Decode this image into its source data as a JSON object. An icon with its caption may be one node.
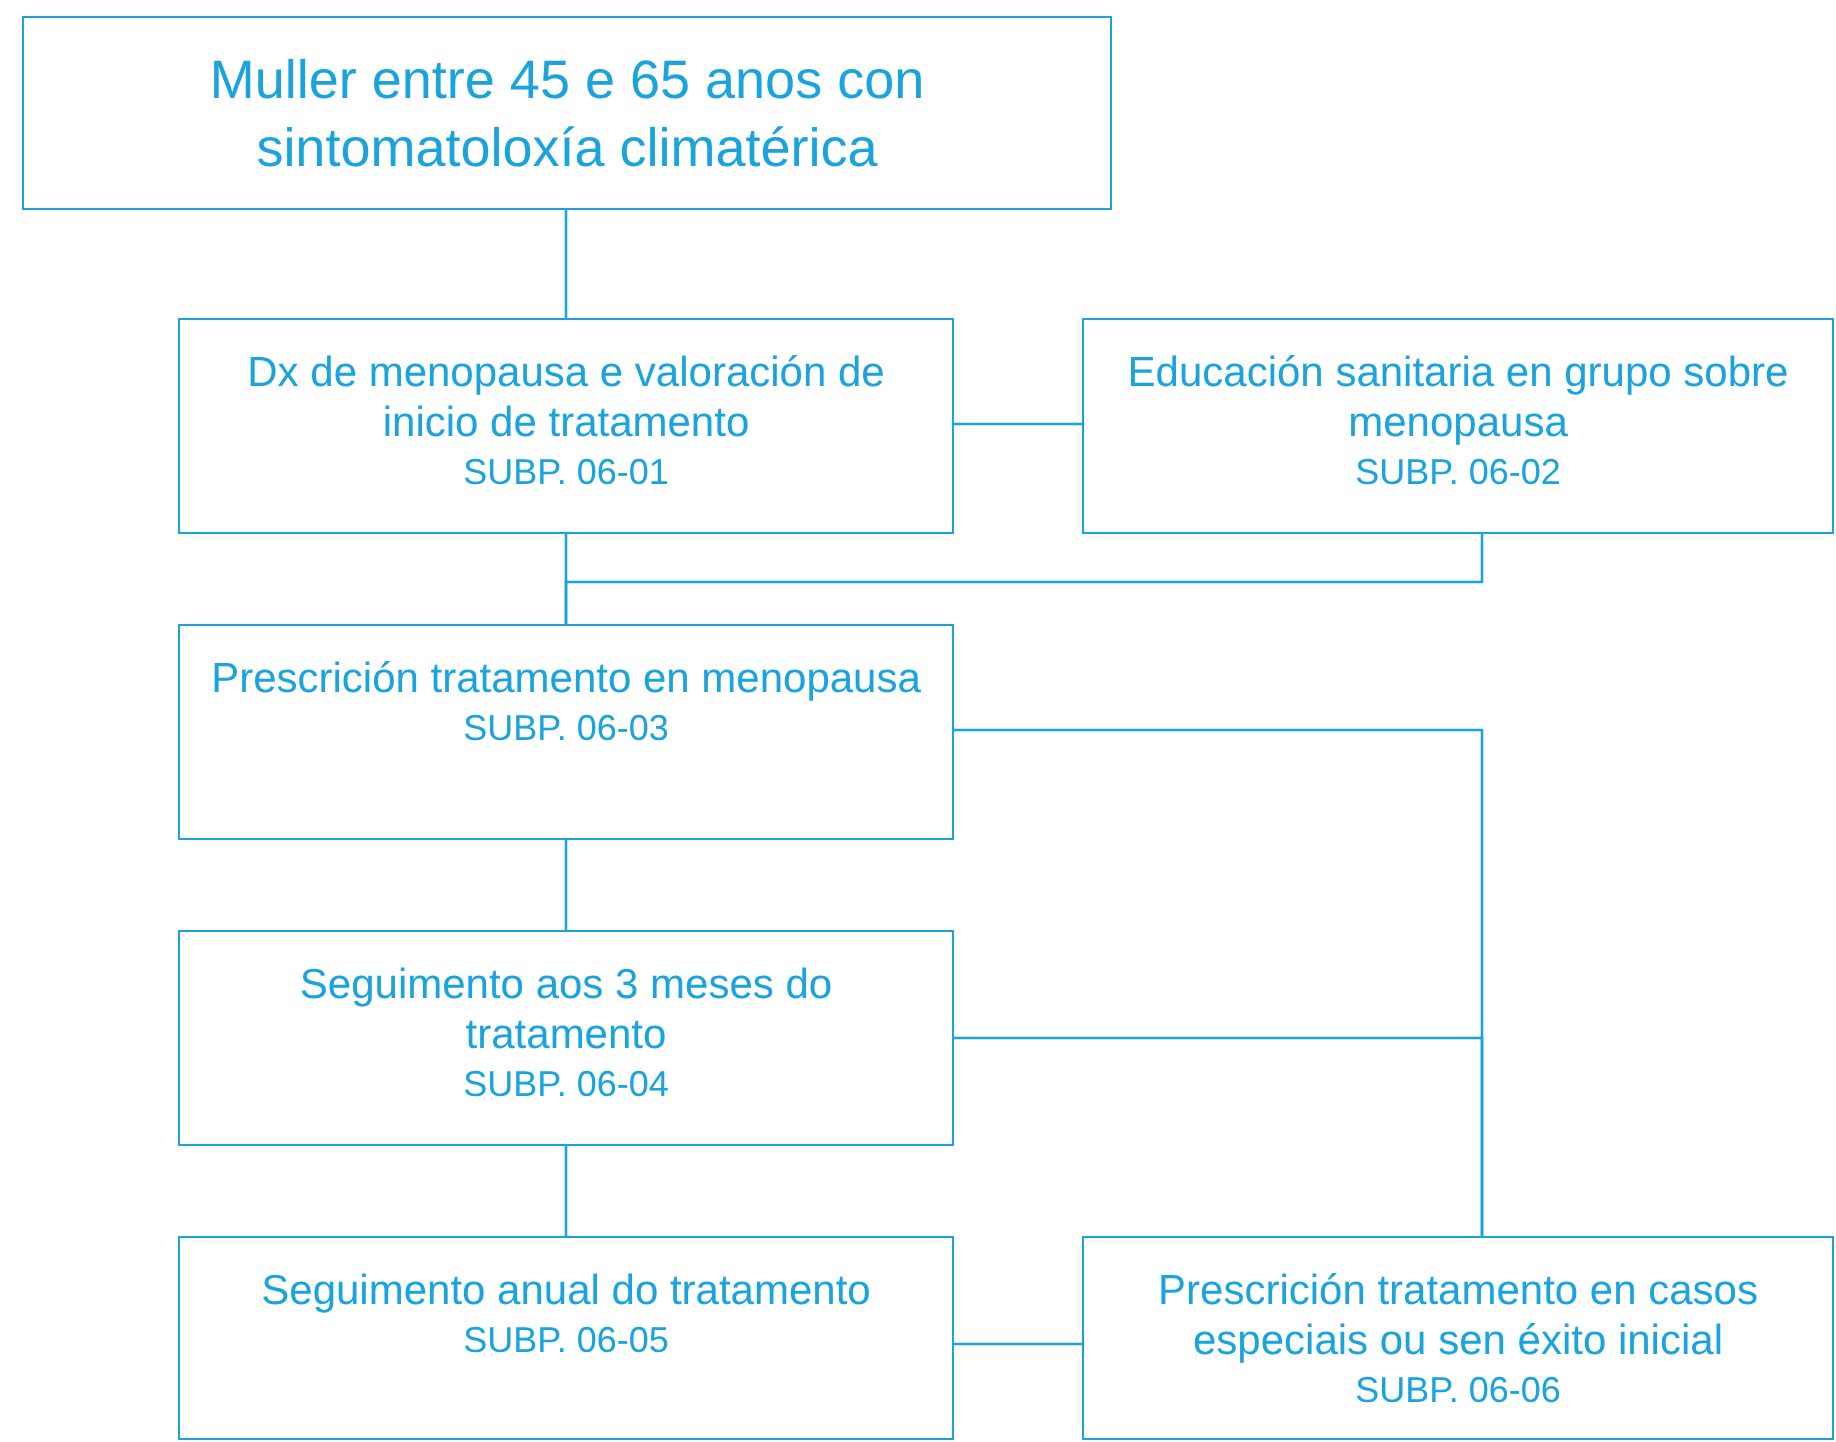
{
  "diagram": {
    "nodes": [
      {
        "text": [
          "Muller entre 45 e 65 anos con sintomatoloxía climatérica"
        ]
      },
      {
        "text": [
          "Dx de menopausa e valoración de inicio de tratamento",
          "SUBP. 06-01"
        ]
      },
      {
        "text": [
          "Educación sanitaria en grupo sobre menopausa",
          "SUBP. 06-02"
        ]
      },
      {
        "text": [
          "Prescrición tratamento en menopausa",
          "SUBP. 06-03"
        ]
      },
      {
        "text": [
          "Seguimento aos 3 meses do tratamento",
          "SUBP. 06-04"
        ]
      },
      {
        "text": [
          "Seguimento anual do tratamento",
          "SUBP. 06-05"
        ]
      },
      {
        "text": [
          "Prescrición tratamento en casos especiais ou sen éxito inicial",
          "SUBP. 06-06"
        ]
      }
    ],
    "edges": [
      {
        "from": 0,
        "to": 1,
        "arrow": "none"
      },
      {
        "from": 1,
        "to": 2,
        "arrow": "none"
      },
      {
        "from": 1,
        "to": 3,
        "arrow": "none"
      },
      {
        "from": 2,
        "to": 3,
        "arrow": "none"
      },
      {
        "from": 3,
        "to": 4,
        "arrow": "none"
      },
      {
        "from": 3,
        "to": 6,
        "arrow": "none"
      },
      {
        "from": 4,
        "to": 6,
        "arrow": "none"
      },
      {
        "from": 4,
        "to": 5,
        "arrow": "none"
      },
      {
        "from": 5,
        "to": 6,
        "arrow": "none"
      }
    ]
  }
}
